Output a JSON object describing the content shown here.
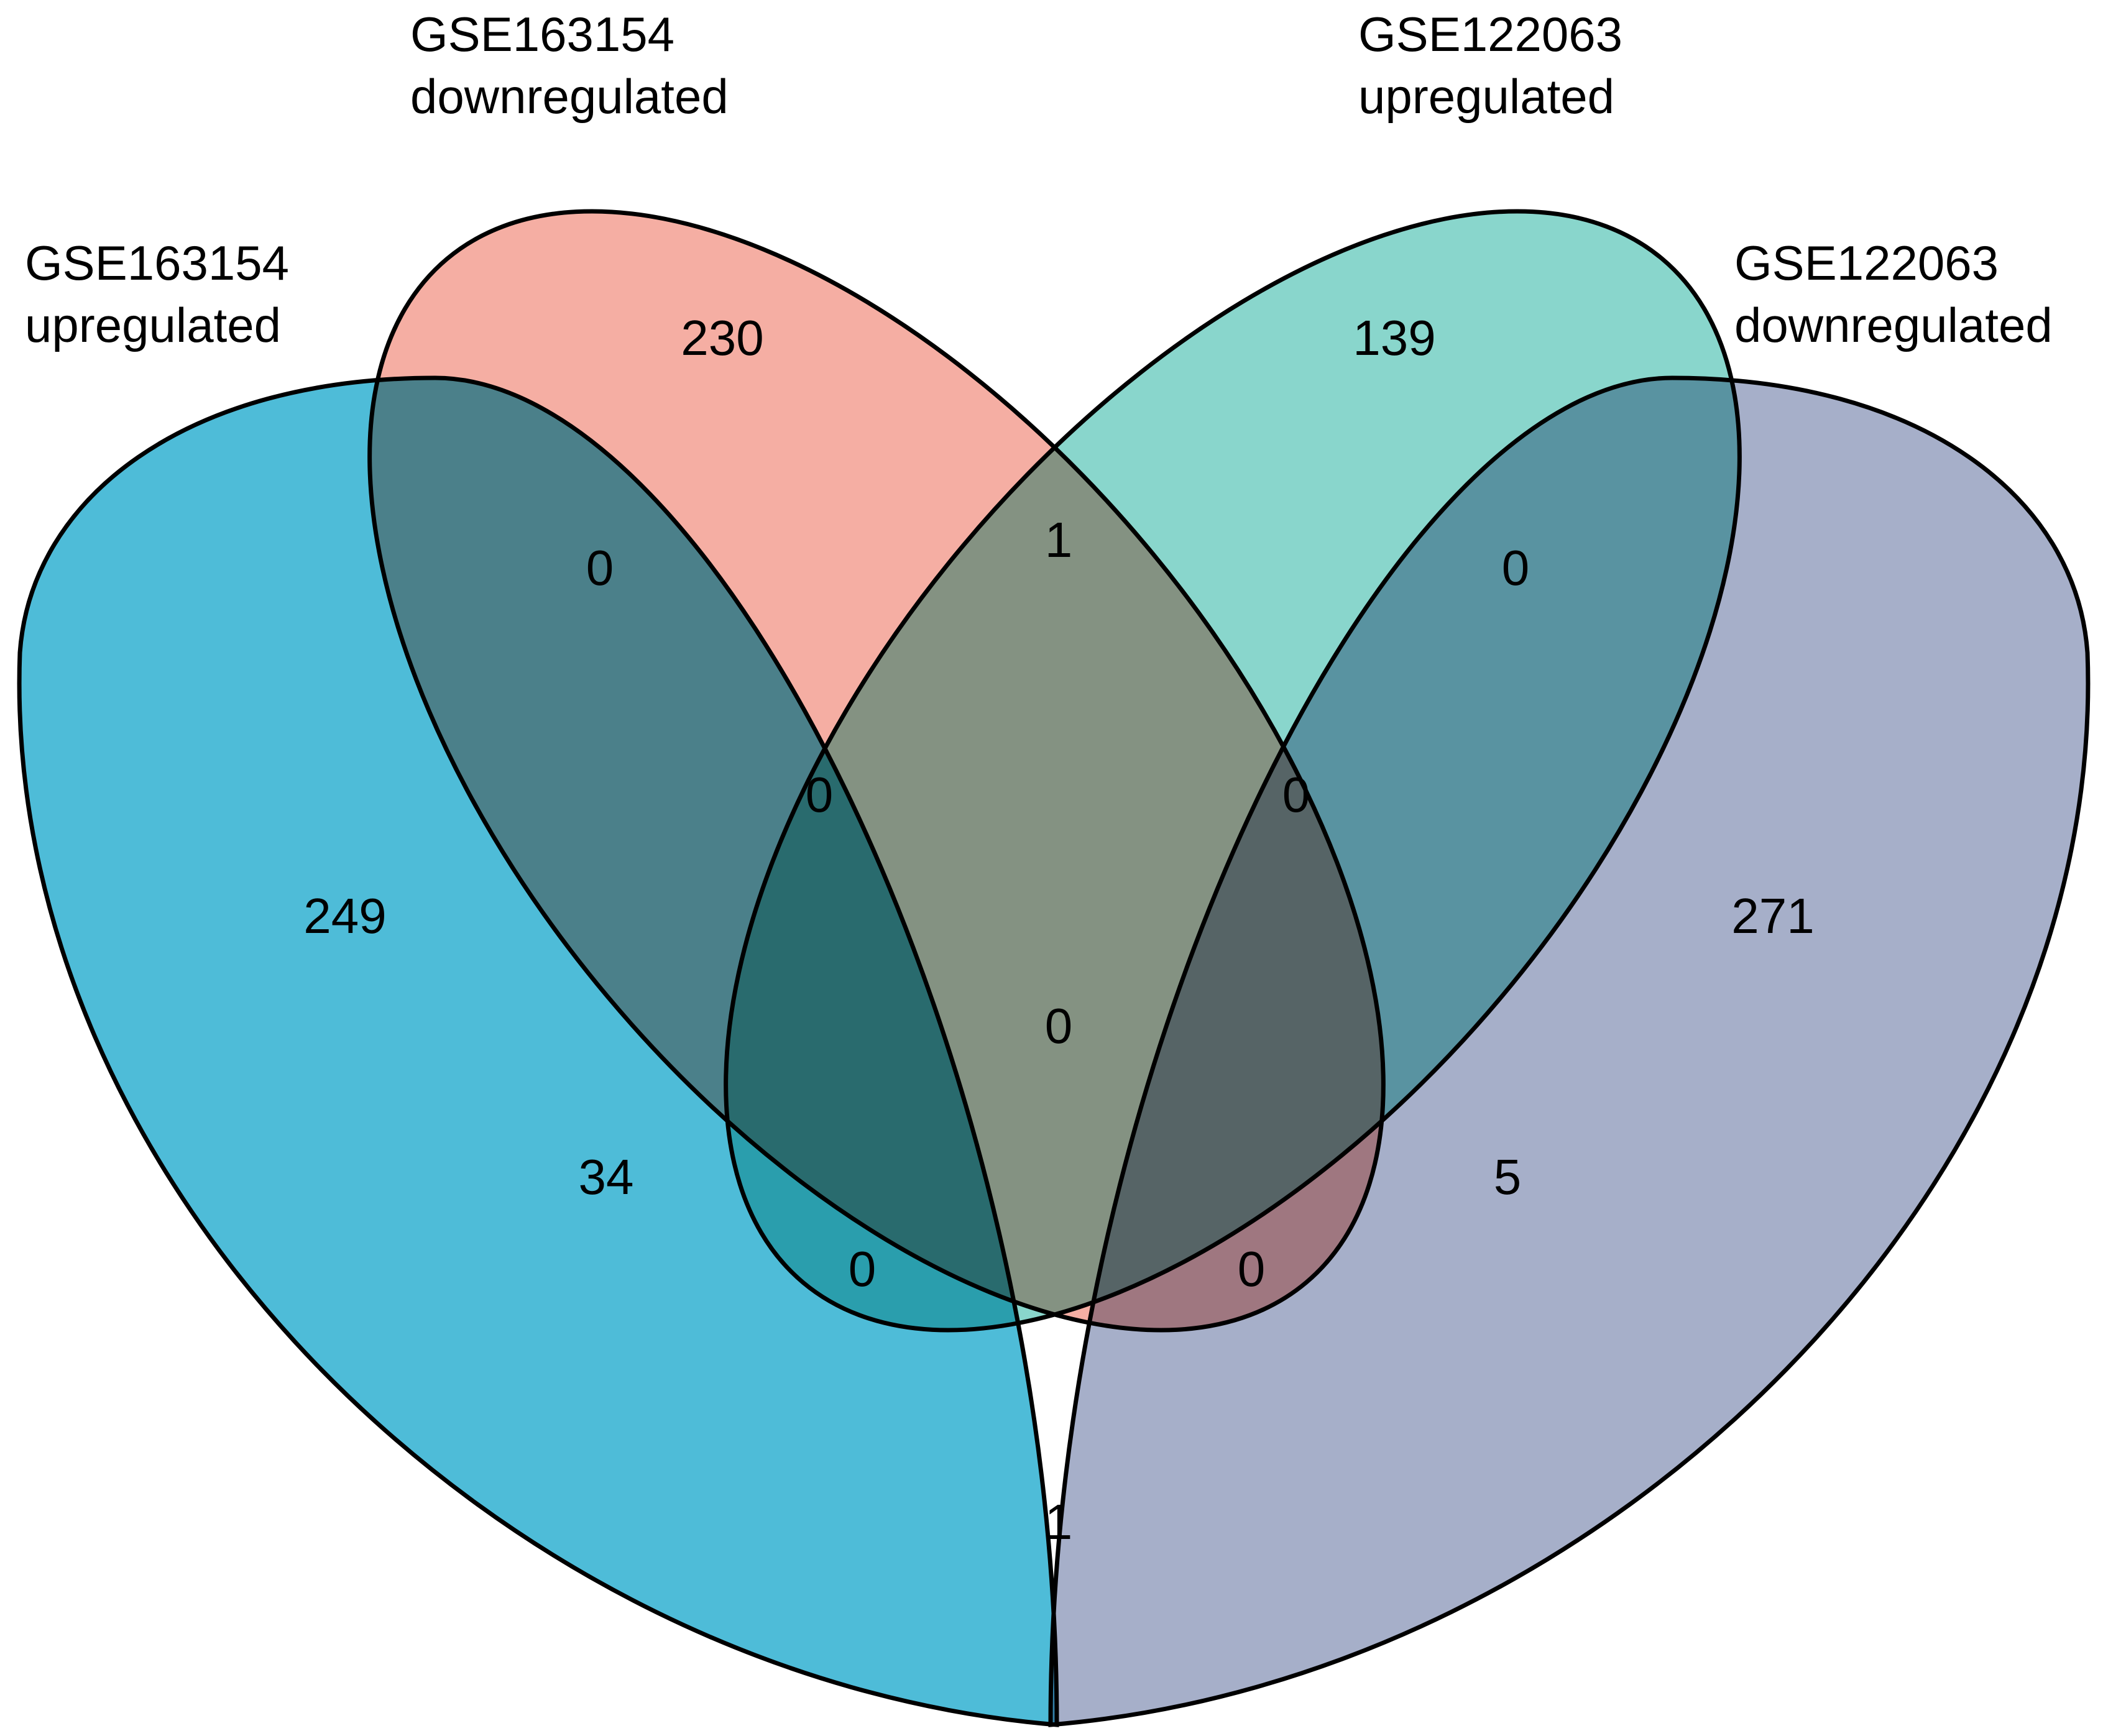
{
  "sets": [
    {
      "id": "A",
      "label_line1": "GSE163154",
      "label_line2": "upregulated",
      "color": "#0aa2c9"
    },
    {
      "id": "B",
      "label_line1": "GSE163154",
      "label_line2": "downregulated",
      "color": "#f18f80"
    },
    {
      "id": "C",
      "label_line1": "GSE122063",
      "label_line2": "upregulated",
      "color": "#5cc6b9"
    },
    {
      "id": "D",
      "label_line1": "GSE122063",
      "label_line2": "downregulated",
      "color": "#8390b4"
    }
  ],
  "regions": [
    {
      "sets": [
        "A"
      ],
      "count": "249"
    },
    {
      "sets": [
        "B"
      ],
      "count": "230"
    },
    {
      "sets": [
        "C"
      ],
      "count": "139"
    },
    {
      "sets": [
        "D"
      ],
      "count": "271"
    },
    {
      "sets": [
        "A",
        "B"
      ],
      "count": "0"
    },
    {
      "sets": [
        "B",
        "C"
      ],
      "count": "1"
    },
    {
      "sets": [
        "C",
        "D"
      ],
      "count": "0"
    },
    {
      "sets": [
        "A",
        "C"
      ],
      "count": "34"
    },
    {
      "sets": [
        "B",
        "D"
      ],
      "count": "5"
    },
    {
      "sets": [
        "A",
        "D"
      ],
      "count": "1"
    },
    {
      "sets": [
        "A",
        "B",
        "C"
      ],
      "count": "0"
    },
    {
      "sets": [
        "B",
        "C",
        "D"
      ],
      "count": "0"
    },
    {
      "sets": [
        "A",
        "C",
        "D"
      ],
      "count": "0"
    },
    {
      "sets": [
        "A",
        "B",
        "D"
      ],
      "count": "0"
    },
    {
      "sets": [
        "A",
        "B",
        "C",
        "D"
      ],
      "count": "0"
    }
  ]
}
